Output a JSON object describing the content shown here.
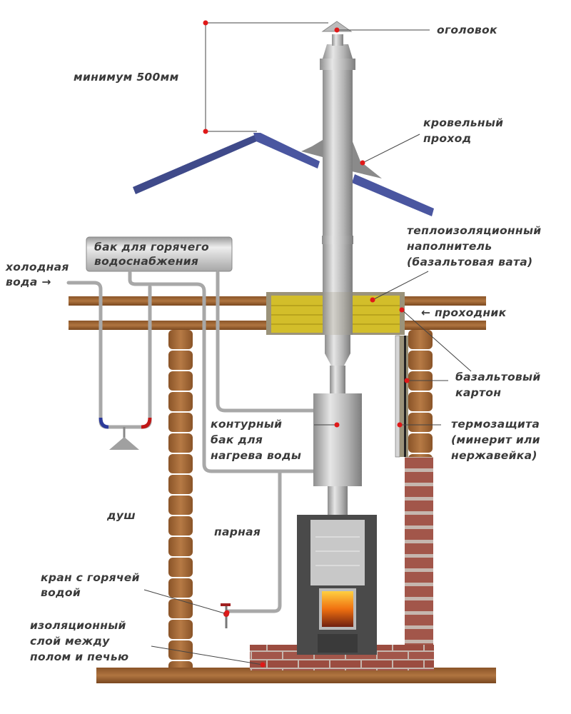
{
  "title": "Схема дымохода и водоснабжения бани",
  "labels": {
    "minimum": "минимум 500мм",
    "ogolovok": "оголовок",
    "roof_pass_1": "кровельный",
    "roof_pass_2": "проход",
    "hot_tank_1": "бак для горячего",
    "hot_tank_2": "водоснабжения",
    "cold_water_1": "холодная",
    "cold_water_2": "вода →",
    "insul_fill_1": "теплоизоляционный",
    "insul_fill_2": "наполнитель",
    "insul_fill_3": "(базальтовая вата)",
    "passthrough": "← проходник",
    "basalt_board_1": "базальтовый",
    "basalt_board_2": "картон",
    "heat_shield_1": "термозащита",
    "heat_shield_2": "(минерит или",
    "heat_shield_3": "нержавейка)",
    "contour_tank_1": "контурный",
    "contour_tank_2": "бак для",
    "contour_tank_3": "нагрева воды",
    "shower": "душ",
    "steam_room": "парная",
    "tap_1": "кран с горячей",
    "tap_2": "водой",
    "floor_insul_1": "изоляционный",
    "floor_insul_2": "слой между",
    "floor_insul_3": "полом и печью"
  },
  "colors": {
    "roof": "#3f4a8a",
    "pipe": "#b9b9b9",
    "wood": "#a0683a",
    "insulation": "#d4c02a",
    "brick": "#9b4a3e",
    "marker": "#e01818",
    "text": "#3a3a3a"
  }
}
